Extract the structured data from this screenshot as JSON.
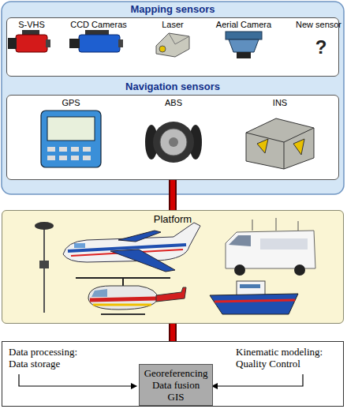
{
  "diagram": {
    "nodes": [
      {
        "text": [
          "Mapping sensors"
        ]
      },
      {
        "text": [
          "Navigation sensors"
        ]
      },
      {
        "text": [
          "Platform"
        ]
      },
      {
        "text": [
          "Data processing: Data storage",
          "Kinematic modeling: Quality Control"
        ]
      },
      {
        "text": [
          "Georeferencing Data fusion GIS"
        ],
        "in": 3
      }
    ],
    "edges": [
      {
        "from": 1,
        "to": 2,
        "arrow": "none"
      },
      {
        "from": 2,
        "to": 3,
        "arrow": "none"
      }
    ],
    "labels": [
      "S-VHS",
      "CCD Cameras",
      "Laser",
      "Aerial Camera",
      "New sensor",
      "?",
      "GPS",
      "ABS",
      "INS"
    ]
  }
}
